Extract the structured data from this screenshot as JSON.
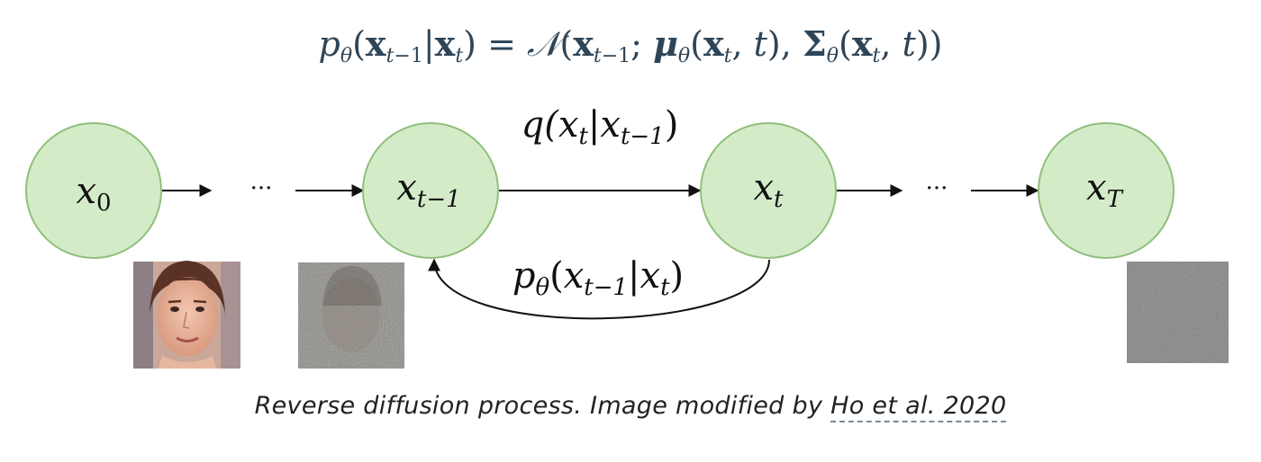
{
  "formula": {
    "text": "pθ(xt−1|xt) = 𝒩(xt−1; μθ(xt, t), Σθ(xt, t))"
  },
  "diagram": {
    "nodes": [
      {
        "base": "x",
        "sub": "0"
      },
      {
        "base": "x",
        "sub": "t−1"
      },
      {
        "base": "x",
        "sub": "t"
      },
      {
        "base": "x",
        "sub": "T"
      }
    ],
    "ellipsis": "···",
    "forward_label": {
      "prefix": "q(",
      "base": "x",
      "sub": "t",
      "sep": "|",
      "base2": "x",
      "sub2": "t−1",
      "suffix": ")"
    },
    "reverse_label": {
      "p": "p",
      "psub": "θ",
      "open": "(",
      "base": "x",
      "sub": "t−1",
      "sep": "|",
      "base2": "x",
      "sub2": "t",
      "suffix": ")"
    },
    "images": [
      {
        "kind": "face-photo"
      },
      {
        "kind": "noisy-face"
      },
      {
        "kind": "pure-noise"
      }
    ],
    "colors": {
      "node_fill": "#d4ebc8",
      "node_stroke": "#8fc07a",
      "edge": "#111111"
    }
  },
  "caption": {
    "text": "Reverse diffusion process. Image modified by ",
    "link": "Ho et al. 2020"
  }
}
